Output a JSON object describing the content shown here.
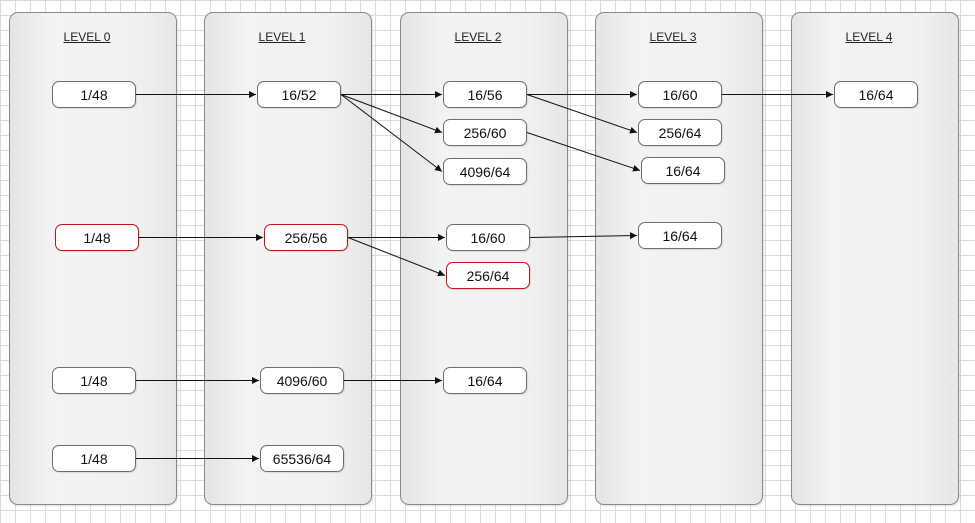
{
  "diagram": {
    "columns": [
      {
        "id": "c0",
        "title": "LEVEL 0"
      },
      {
        "id": "c1",
        "title": "LEVEL 1"
      },
      {
        "id": "c2",
        "title": "LEVEL 2"
      },
      {
        "id": "c3",
        "title": "LEVEL 3"
      },
      {
        "id": "c4",
        "title": "LEVEL 4"
      }
    ],
    "nodes": [
      {
        "id": "n0a",
        "label": "1/48"
      },
      {
        "id": "n0b",
        "label": "1/48",
        "highlight": true
      },
      {
        "id": "n0c",
        "label": "1/48"
      },
      {
        "id": "n0d",
        "label": "1/48"
      },
      {
        "id": "n1a",
        "label": "16/52"
      },
      {
        "id": "n1b",
        "label": "256/56",
        "highlight": true
      },
      {
        "id": "n1c",
        "label": "4096/60"
      },
      {
        "id": "n1d",
        "label": "65536/64"
      },
      {
        "id": "n2a",
        "label": "16/56"
      },
      {
        "id": "n2b",
        "label": "256/60"
      },
      {
        "id": "n2c",
        "label": "4096/64"
      },
      {
        "id": "n2d",
        "label": "16/60"
      },
      {
        "id": "n2e",
        "label": "256/64",
        "highlight": true
      },
      {
        "id": "n2f",
        "label": "16/64"
      },
      {
        "id": "n3a",
        "label": "16/60"
      },
      {
        "id": "n3b",
        "label": "256/64"
      },
      {
        "id": "n3c",
        "label": "16/64"
      },
      {
        "id": "n3d",
        "label": "16/64"
      },
      {
        "id": "n4a",
        "label": "16/64"
      }
    ],
    "edges": [
      {
        "from": "n0a",
        "to": "n1a"
      },
      {
        "from": "n0b",
        "to": "n1b"
      },
      {
        "from": "n0c",
        "to": "n1c"
      },
      {
        "from": "n0d",
        "to": "n1d"
      },
      {
        "from": "n1a",
        "to": "n2a"
      },
      {
        "from": "n1a",
        "to": "n2b"
      },
      {
        "from": "n1a",
        "to": "n2c"
      },
      {
        "from": "n1b",
        "to": "n2d"
      },
      {
        "from": "n1b",
        "to": "n2e"
      },
      {
        "from": "n1c",
        "to": "n2f"
      },
      {
        "from": "n2a",
        "to": "n3a"
      },
      {
        "from": "n2a",
        "to": "n3b"
      },
      {
        "from": "n2b",
        "to": "n3c"
      },
      {
        "from": "n2d",
        "to": "n3d"
      },
      {
        "from": "n3a",
        "to": "n4a"
      }
    ],
    "colors": {
      "highlight_border": "#c4141a",
      "node_border": "#6e6e6e",
      "edge": "#111111"
    }
  }
}
